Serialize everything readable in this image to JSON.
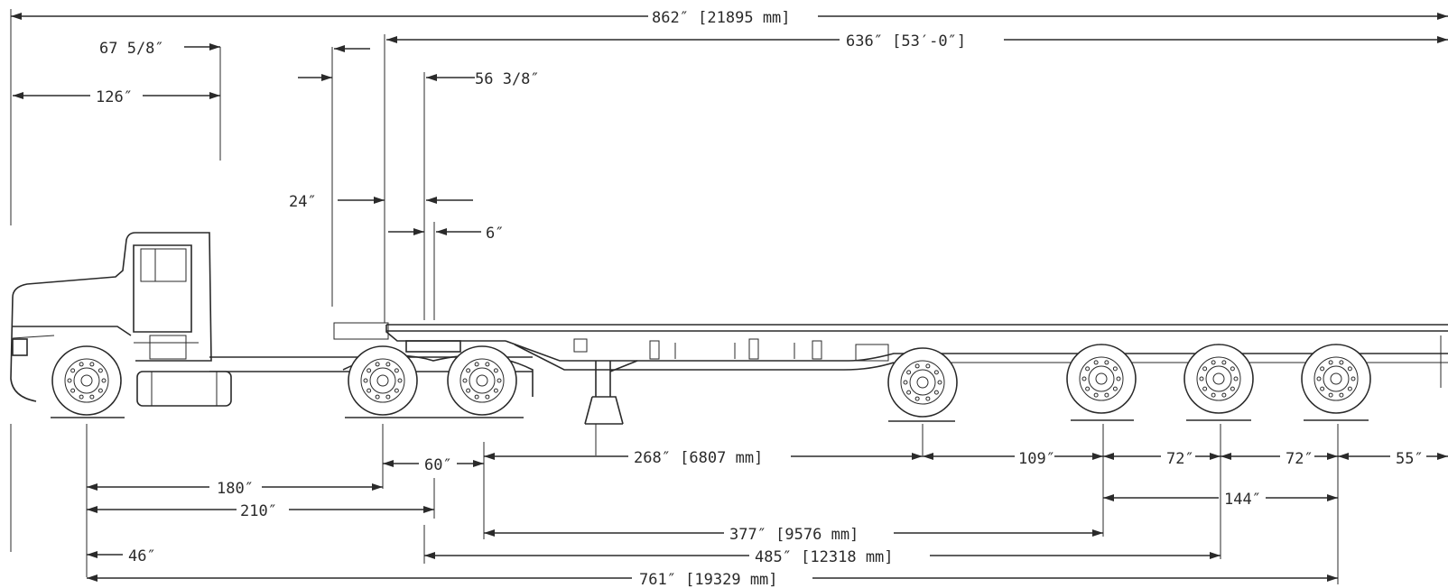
{
  "dimensions": {
    "overall_length": "862″ [21895 mm]",
    "trailer_length": "636″ [53′-0″]",
    "cab_front_offset": "67 5/8″",
    "bumper_to_back_of_cab": "126″",
    "kingpin_offset": "56 3/8″",
    "fifth_wheel_gap": "24″",
    "setback": "6″",
    "tractor_wheelbase": "180″",
    "tractor_tandem": "210″",
    "tandem_spread": "60″",
    "kingpin_to_landing": "268″ [6807 mm]",
    "lift_to_axle": "109″",
    "axle_spacing_1": "72″",
    "axle_spacing_2": "72″",
    "rear_overhang": "55″",
    "axle_group": "144″",
    "kingpin_to_first_axle": "377″ [9576 mm]",
    "kingpin_to_third_axle": "485″ [12318 mm]",
    "front_overhang": "46″",
    "steer_to_rear_axle": "761″ [19329 mm]"
  },
  "colors": {
    "line": "#2a2a2a",
    "background": "#ffffff"
  }
}
